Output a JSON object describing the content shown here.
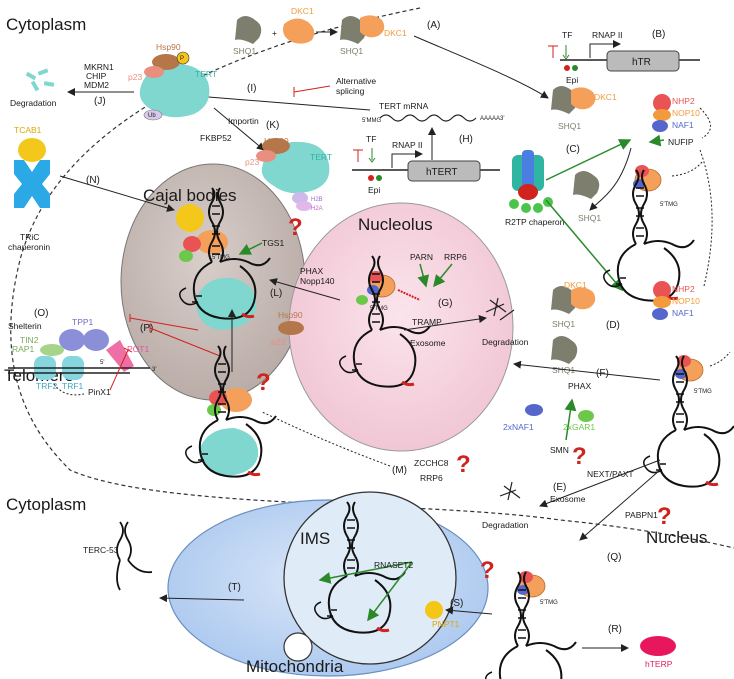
{
  "compartments": {
    "cytoplasm_top": "Cytoplasm",
    "cytoplasm_bottom": "Cytoplasm",
    "nucleus": "Nucleus",
    "cajal_bodies": "Cajal bodies",
    "nucleolus": "Nucleolus",
    "telomere": "Telomere",
    "mitochondria": "Mitochondria",
    "ims": "IMS"
  },
  "step_labels": [
    "(A)",
    "(B)",
    "(C)",
    "(D)",
    "(E)",
    "(F)",
    "(G)",
    "(H)",
    "(I)",
    "(J)",
    "(K)",
    "(L)",
    "(M)",
    "(N)",
    "(O)",
    "(P)",
    "(Q)",
    "(R)",
    "(S)",
    "(T)"
  ],
  "proteins": {
    "shq1": "SHQ1",
    "dkc1": "DKC1",
    "hsp90": "Hsp90",
    "p23": "p23",
    "tert": "TERT",
    "ub": "Ub",
    "p": "P",
    "tcab1": "TCAB1",
    "tric": "TRiC\nchaperonin",
    "nhp2": "NHP2",
    "nop10": "NOP10",
    "naf1": "NAF1",
    "nufip": "NUFIP",
    "r2tp": "R2TP\nchaperon",
    "tgs1": "TGS1",
    "h2b": "H2B",
    "h2a": "H2A",
    "tpp1": "TPP1",
    "tin2": "TIN2",
    "rap1": "RAP1",
    "trf2": "TRF2",
    "trf1": "TRF1",
    "pot1": "POT1",
    "pinx1": "PinX1",
    "parn": "PARN",
    "rrp6": "RRP6",
    "gar1": "2xGAR1",
    "naf1x2": "2xNAF1",
    "smn": "SMN",
    "pnpt1": "PNPT1",
    "rnaset2": "RNASET2",
    "pabpn1": "PABPN1",
    "hterp": "hTERP"
  },
  "labels": {
    "mkrn1": "MKRN1",
    "chip": "CHIP",
    "mdm2": "MDM2",
    "degradation": "Degradation",
    "alt_splicing": "Alternative\nsplicing",
    "tert_mrna": "TERT mRNA",
    "importin": "Importin",
    "fkbp52": "FKBP52",
    "rnap2": "RNAP II",
    "tf": "TF",
    "epi": "Epi",
    "htr": "hTR",
    "htert": "hTERT",
    "phax_nopp140": "PHAX\nNopp140",
    "phax": "PHAX",
    "shelterin": "Shelterin",
    "tramp": "TRAMP",
    "exosome": "Exosome",
    "next_paxt": "NEXT/PAXT",
    "zcchc8": "ZCCHC8",
    "rrp6_low": "RRP6",
    "terc53": "TERC-53",
    "tmg": "5'TMG",
    "aaa": "AAAAA3'",
    "mrna_5": "5'MMG",
    "three": "3'",
    "five": "5'"
  },
  "colors": {
    "shq1": "#7e7e6e",
    "dkc1": "#f4a05a",
    "tert": "#7fd7cf",
    "hsp90": "#b5774a",
    "p23": "#e98f80",
    "tcab1": "#f3c81a",
    "nhp2": "#ea5353",
    "nop10": "#f29a3c",
    "naf1": "#5566cc",
    "gar1": "#6cc84a",
    "pot1": "#ee6fa5",
    "tpp1": "#8a8fd8",
    "trf": "#7fd0e0",
    "cajal": "#c9bcb8",
    "nucleolus": "#f7d6e0",
    "mito_outer": "#c8dbf3",
    "mito_inner": "#d8e6f6",
    "hterp": "#e8175d",
    "pnpt1": "#f5c518",
    "arrow_green": "#2a8a2a",
    "inhibit_red": "#d2221e"
  }
}
